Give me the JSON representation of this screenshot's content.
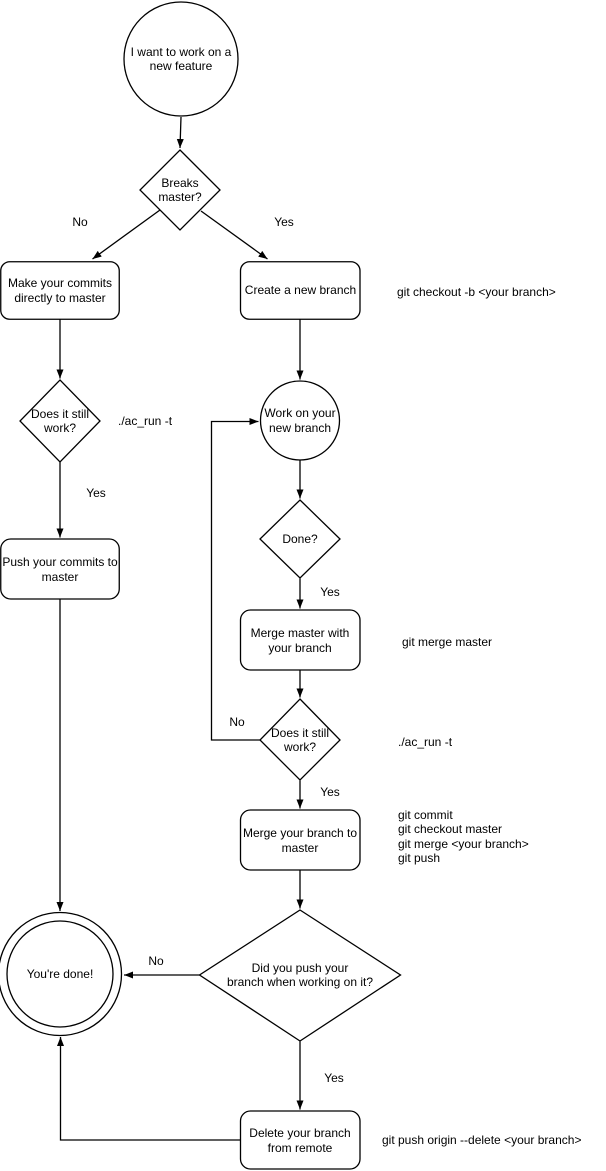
{
  "flowchart": {
    "nodes": {
      "start": {
        "label": "I want to work on a new feature"
      },
      "breaks_master": {
        "label": "Breaks master?"
      },
      "make_commits": {
        "label": "Make your commits directly to master"
      },
      "create_branch": {
        "label": "Create a new branch"
      },
      "does_it_still_work_1": {
        "label": "Does it still work?"
      },
      "work_on_branch": {
        "label": "Work on your new branch"
      },
      "done": {
        "label": "Done?"
      },
      "merge_master": {
        "label": "Merge master with your branch"
      },
      "does_it_still_work_2": {
        "label": "Does it still work?"
      },
      "merge_branch": {
        "label": "Merge your branch to master"
      },
      "push_commits": {
        "label": "Push your commits to master"
      },
      "did_you_push": {
        "label_line1": "Did you push your",
        "label_line2": "branch when working on it?"
      },
      "youre_done": {
        "label": "You're done!"
      },
      "delete_remote": {
        "label": "Delete your branch from remote"
      }
    },
    "edge_labels": {
      "breaks_no": "No",
      "breaks_yes": "Yes",
      "still_work_1_yes": "Yes",
      "done_yes": "Yes",
      "still_work_2_no": "No",
      "still_work_2_yes": "Yes",
      "did_push_no": "No",
      "did_push_yes": "Yes"
    },
    "annotations": {
      "checkout_cmd": "git checkout -b <your branch>",
      "test_cmd_1": "./ac_run -t",
      "merge_master_cmd": "git merge master",
      "test_cmd_2": "./ac_run -t",
      "merge_branch_cmds": [
        "git commit",
        "git checkout master",
        "git merge <your branch>",
        "git push"
      ],
      "delete_cmd": "git push origin --delete <your branch>"
    },
    "colors": {
      "stroke": "#000000",
      "background": "#ffffff"
    }
  }
}
